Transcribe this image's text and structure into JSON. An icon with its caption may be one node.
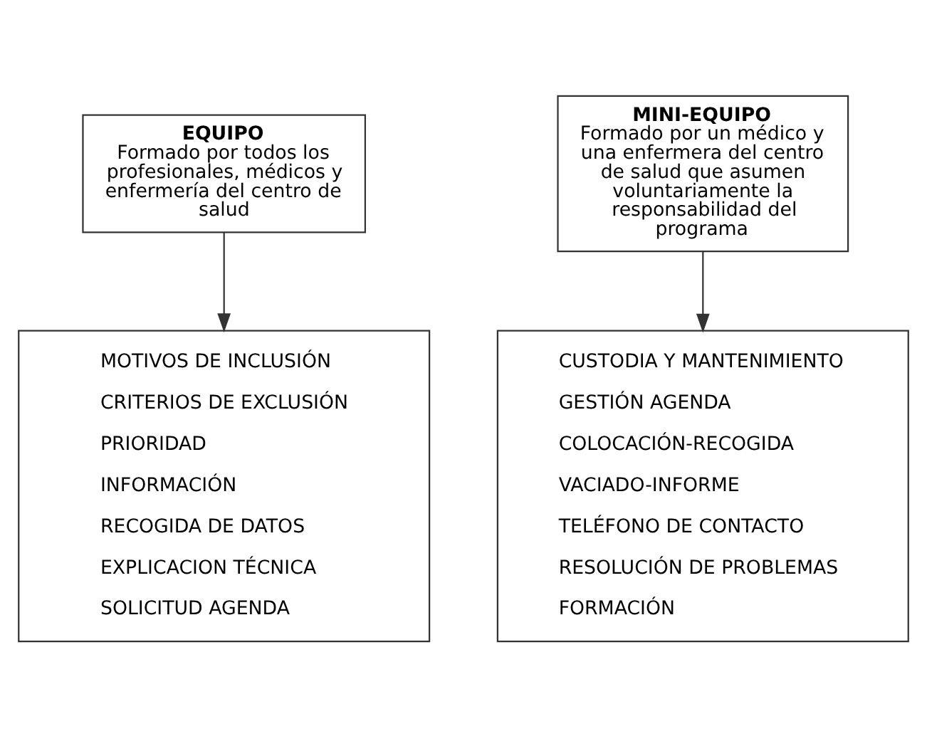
{
  "diagram": {
    "nodes": [
      {
        "text": [
          "EQUIPO",
          "Formado por todos los profesionales, médicos y enfermería del centro de salud"
        ]
      },
      {
        "text": [
          "MOTIVOS DE INCLUSIÓN",
          "CRITERIOS DE EXCLUSIÓN",
          "PRIORIDAD",
          "INFORMACIÓN",
          "RECOGIDA DE DATOS",
          "EXPLICACION TÉCNICA",
          "SOLICITUD AGENDA"
        ]
      },
      {
        "text": [
          "MINI-EQUIPO",
          "Formado por un médico y una enfermera del centro de salud que asumen voluntariamente la responsabilidad del programa"
        ]
      },
      {
        "text": [
          "CUSTODIA Y MANTENIMIENTO",
          "GESTIÓN AGENDA",
          "COLOCACIÓN-RECOGIDA",
          "VACIADO-INFORME",
          "TELÉFONO DE CONTACTO",
          "RESOLUCIÓN DE PROBLEMAS",
          "FORMACIÓN"
        ]
      }
    ],
    "edges": [
      {
        "from": 0,
        "to": 1,
        "arrow": "to"
      },
      {
        "from": 2,
        "to": 3,
        "arrow": "to"
      }
    ]
  }
}
